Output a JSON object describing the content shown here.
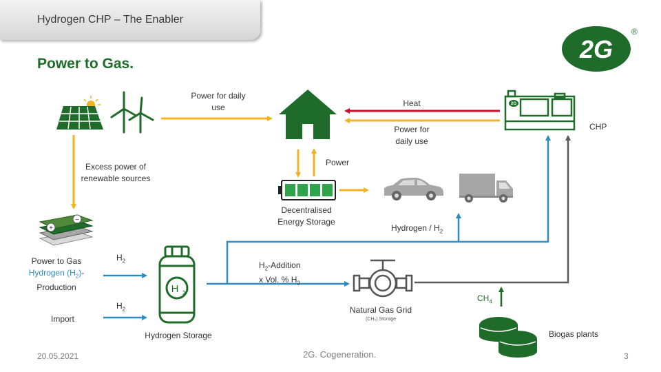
{
  "header": {
    "tab_title": "Hydrogen CHP – The Enabler",
    "slide_title": "Power to Gas."
  },
  "logo": {
    "text": "2G",
    "reg": "®"
  },
  "labels": {
    "power_daily_1": "Power for daily",
    "power_daily_2": "use",
    "heat": "Heat",
    "power_daily_chp_1": "Power for",
    "power_daily_chp_2": "daily use",
    "chp": "CHP",
    "excess_1": "Excess power of",
    "excess_2": "renewable sources",
    "power": "Power",
    "storage_1": "Decentralised",
    "storage_2": "Energy Storage",
    "hydrogen_h2": "Hydrogen / H",
    "p2g_1": "Power to Gas",
    "p2g_2a": "Hydrogen (H",
    "p2g_2b": ")-",
    "p2g_3": "Production",
    "import": "Import",
    "h2_a": "H",
    "h2_b": "H",
    "h2_addition": "H",
    "h2_addition_rest": "-Addition",
    "x_vol": "x Vol. %  H",
    "hydrogen_storage": "Hydrogen Storage",
    "gas_grid": "Natural Gas Grid",
    "gas_grid_small": "(CH₄) Storage",
    "ch4": "CH",
    "biogas": "Biogas plants",
    "sub2": "2",
    "sub4": "4",
    "h2_tank": "H"
  },
  "footer": {
    "date": "20.05.2021",
    "brand": "2G. Cogeneration.",
    "page": "3"
  },
  "colors": {
    "green": "#1e6b2a",
    "yellow": "#f0b323",
    "blue": "#2d8bbf",
    "red": "#c8102e",
    "gray": "#595959"
  }
}
